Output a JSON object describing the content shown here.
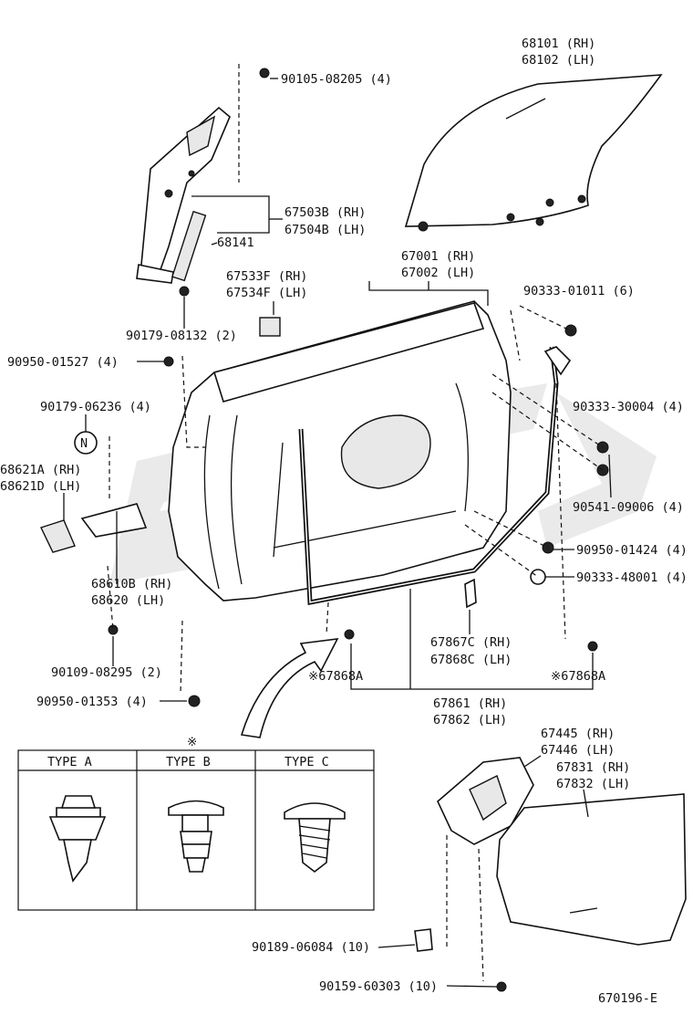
{
  "labels": {
    "glass_rh": "68101 (RH)",
    "glass_lh": "68102 (LH)",
    "bolt_top": "90105-08205 (4)",
    "reg_rh": "67503B (RH)",
    "reg_lh": "67504B (LH)",
    "channel": "68141",
    "panel_rh": "67001 (RH)",
    "panel_lh": "67002 (LH)",
    "clip_rh": "67533F (RH)",
    "clip_lh": "67534F (LH)",
    "plug_6": "90333-01011 (6)",
    "nut_2": "90179-08132 (2)",
    "hole_4": "90950-01527 (4)",
    "nut_n": "90179-06236 (4)",
    "n_mark": "N",
    "plug_30004": "90333-30004 (4)",
    "handle_rh": "68621A (RH)",
    "handle_lh": "68621D (LH)",
    "clip_09006": "90541-09006 (4)",
    "hole_01424": "90950-01424 (4)",
    "lock_rh": "68610B (RH)",
    "lock_lh": "68620  (LH)",
    "plug_48001": "90333-48001 (4)",
    "clipc_rh": "67867C (RH)",
    "clipc_lh": "67868C (LH)",
    "bolt_08295": "90109-08295 (2)",
    "clip_a_left": "※67868A",
    "clip_a_right": "※67868A",
    "seal_rh": "67861 (RH)",
    "seal_lh": "67862 (LH)",
    "hole_01353": "90950-01353 (4)",
    "note_mark": "※",
    "cover_rh": "67445 (RH)",
    "cover_lh": "67446 (LH)",
    "sheet_rh": "67831 (RH)",
    "sheet_lh": "67832 (LH)",
    "clip_06084": "90189-06084 (10)",
    "screw_60303": "90159-60303 (10)",
    "diagram_id": "670196-E"
  },
  "type_table": {
    "headers": [
      "TYPE  A",
      "TYPE  B",
      "TYPE  C"
    ]
  }
}
